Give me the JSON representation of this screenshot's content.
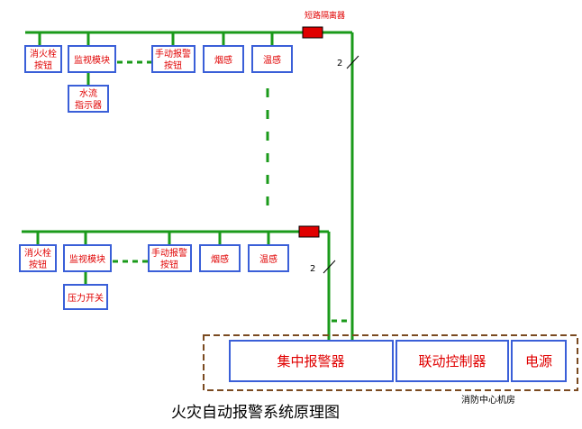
{
  "title": "火灾自动报警系统原理图",
  "isolator_label": "短路隔离器",
  "control_room_label": "消防中心机房",
  "wire_count": "2",
  "upper_loop": {
    "devices": [
      {
        "line1": "消火栓",
        "line2": "按钮"
      },
      {
        "line1": "监视模块",
        "line2": ""
      },
      {
        "line1": "手动报警",
        "line2": "按钮"
      },
      {
        "line1": "烟感",
        "line2": ""
      },
      {
        "line1": "温感",
        "line2": ""
      }
    ],
    "sub_device": {
      "line1": "水流",
      "line2": "指示器"
    }
  },
  "lower_loop": {
    "devices": [
      {
        "line1": "消火栓",
        "line2": "按钮"
      },
      {
        "line1": "监视模块",
        "line2": ""
      },
      {
        "line1": "手动报警",
        "line2": "按钮"
      },
      {
        "line1": "烟感",
        "line2": ""
      },
      {
        "line1": "温感",
        "line2": ""
      }
    ],
    "sub_device": {
      "line1": "压力开关",
      "line2": ""
    }
  },
  "control_room": {
    "units": [
      "集中报警器",
      "联动控制器",
      "电源"
    ]
  },
  "colors": {
    "wire": "#1a9a1a",
    "box_border": "#3a5fd8",
    "text": "#e00000",
    "isolator": "#e00000",
    "room_border": "#7a4a20"
  }
}
